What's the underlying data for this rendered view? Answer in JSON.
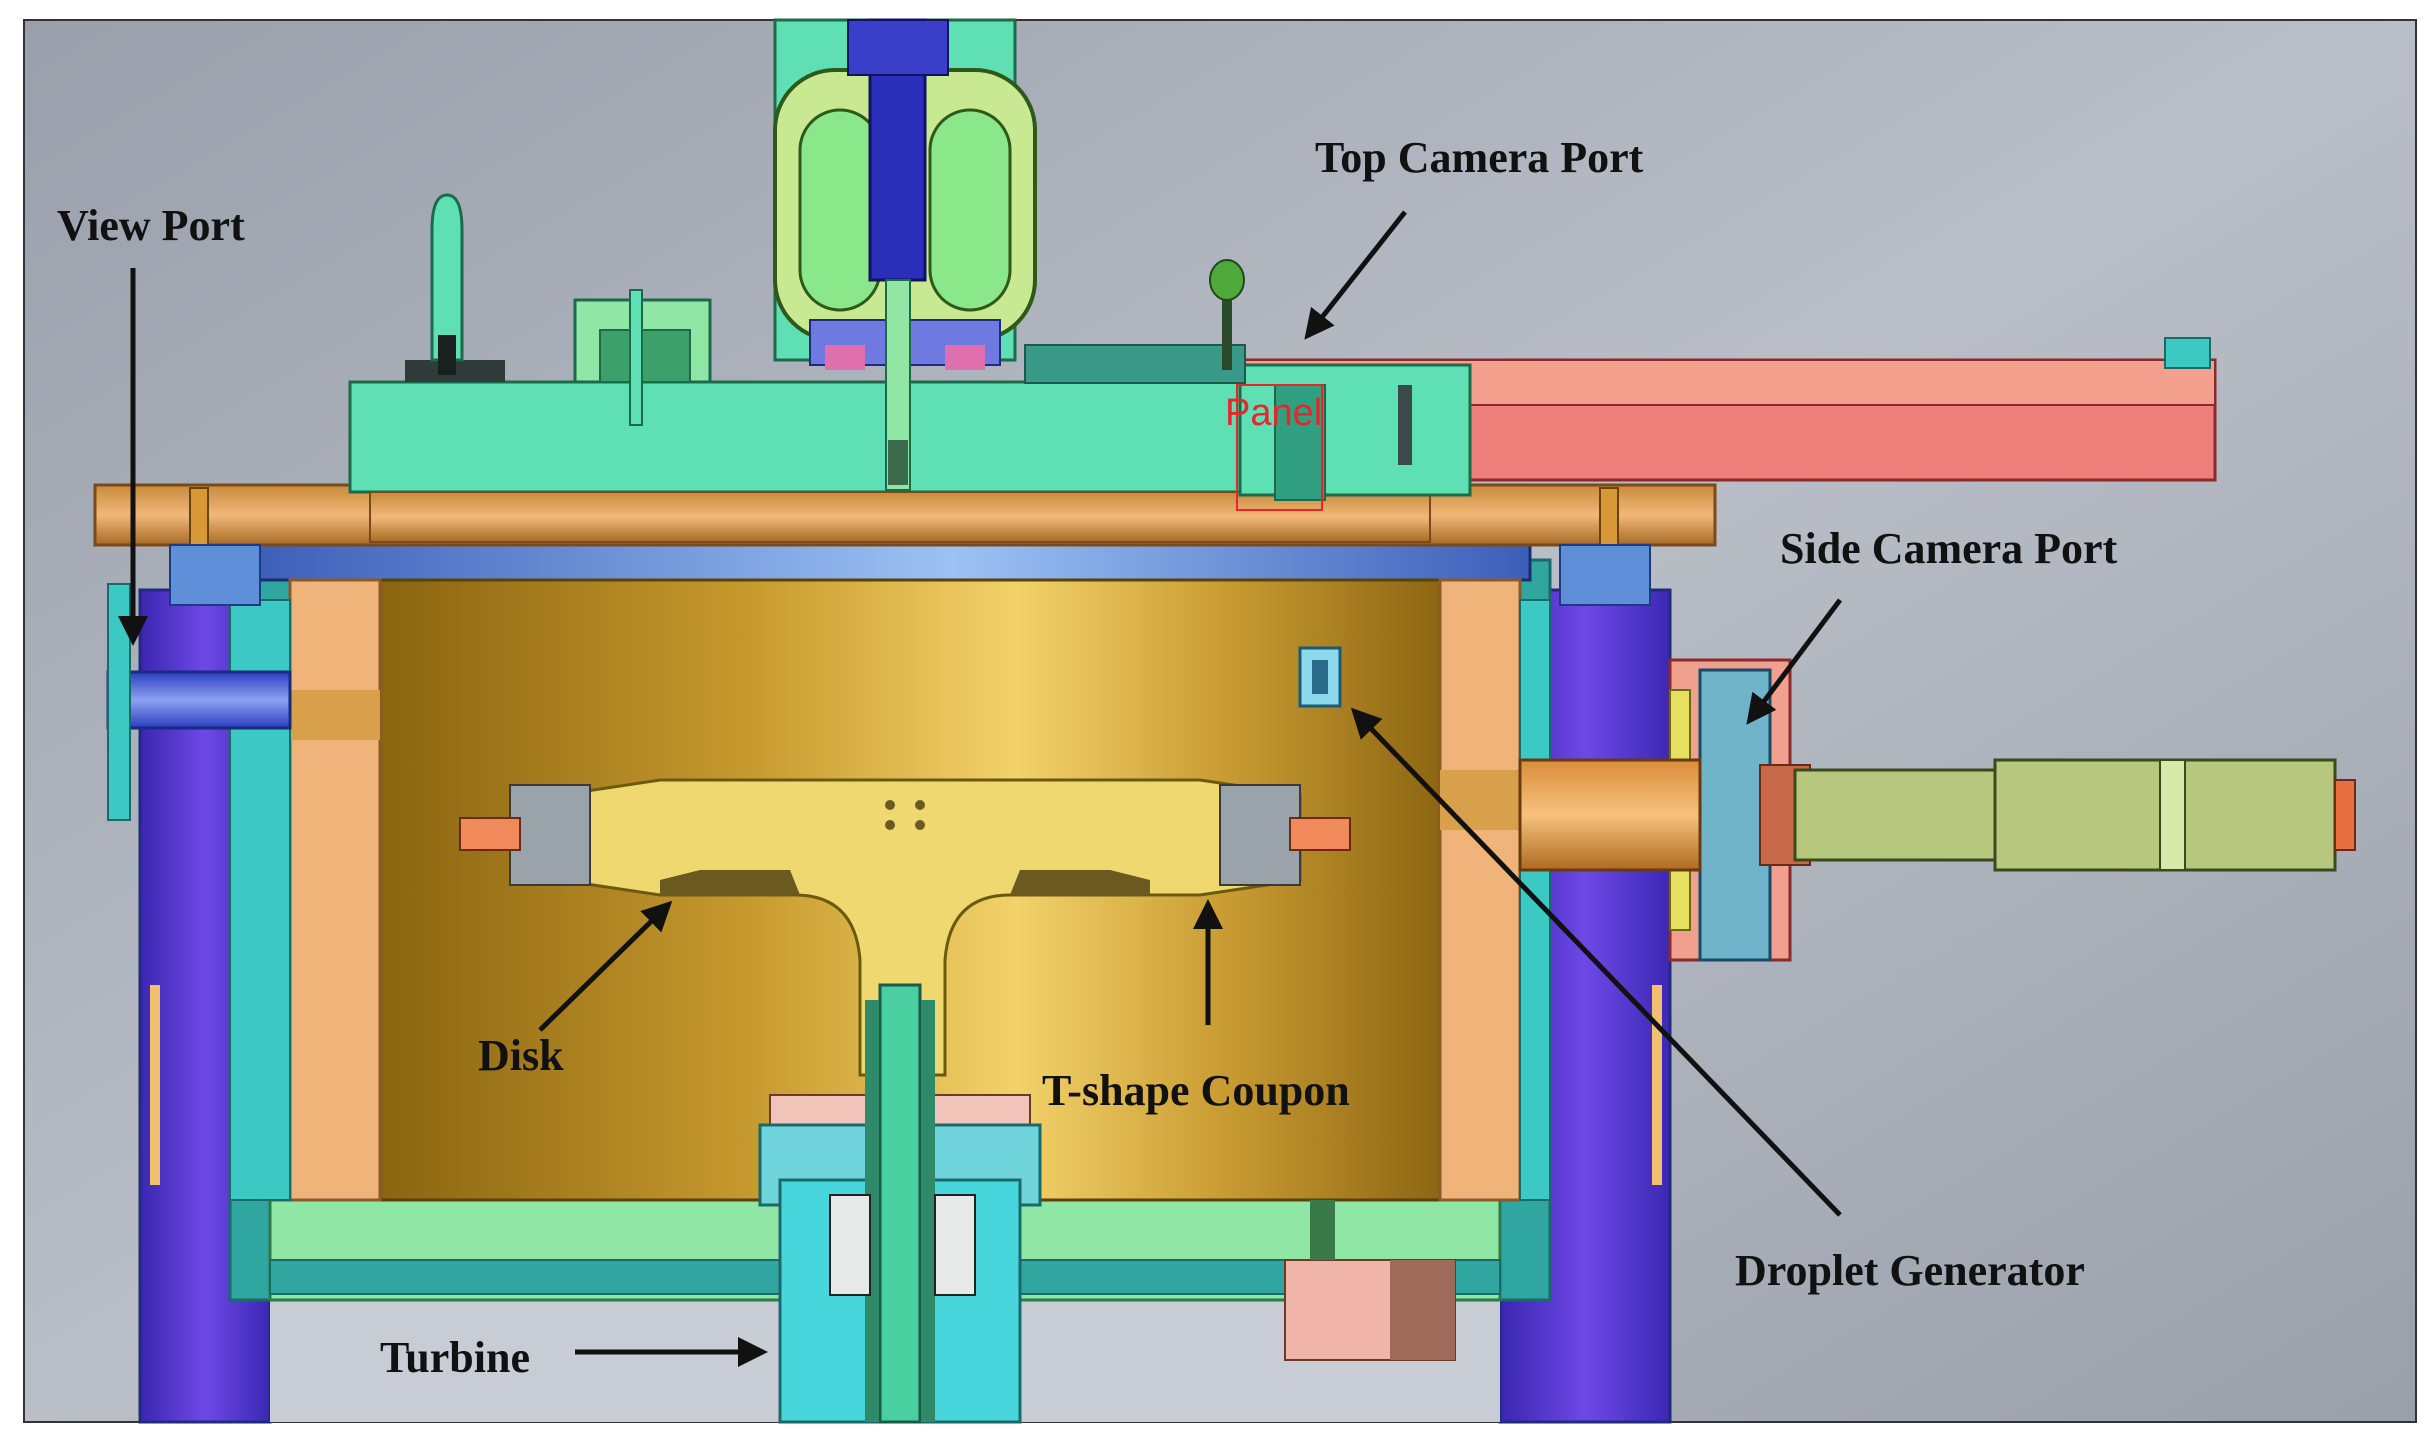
{
  "labels": {
    "view_port": "View Port",
    "top_camera_port": "Top Camera Port",
    "side_camera_port": "Side Camera Port",
    "disk": "Disk",
    "t_shape_coupon": "T-shape Coupon",
    "turbine": "Turbine",
    "droplet_generator": "Droplet Generator",
    "panel": "Panel"
  },
  "colors": {
    "background": "#a9aeb8",
    "chamber_interior": "#b48a1c",
    "lid_green": "#5fe0b4",
    "flange_orange": "#f0b27a",
    "top_camera_port": "#ef7f7a",
    "side_camera": "#b7c87e",
    "outer_wall_purple": "#6a44e0",
    "disk_yellow": "#f0d870",
    "turbine_cyan": "#46d6dc",
    "motor_green": "#8be88a"
  }
}
